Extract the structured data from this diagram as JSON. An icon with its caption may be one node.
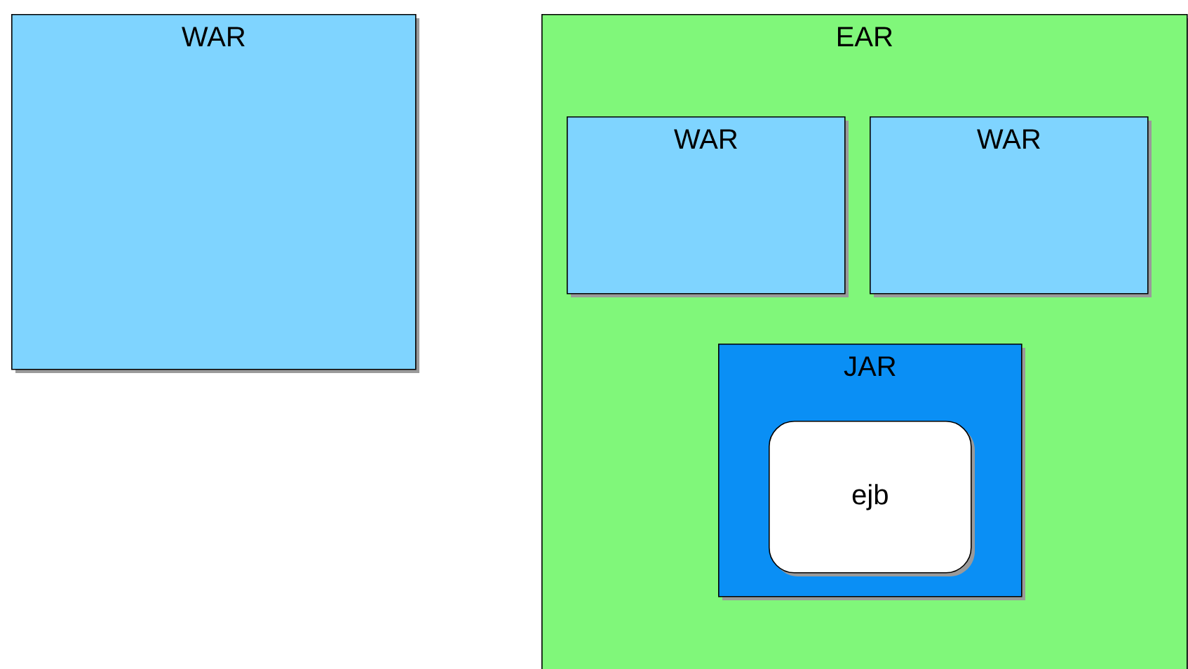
{
  "diagram": {
    "nodes": [
      {
        "text": [
          "WAR"
        ]
      },
      {
        "text": [
          "EAR"
        ]
      },
      {
        "text": [
          "WAR"
        ],
        "in": 1
      },
      {
        "text": [
          "WAR"
        ],
        "in": 1
      },
      {
        "text": [
          "JAR"
        ],
        "in": 1
      },
      {
        "text": [
          "ejb"
        ],
        "in": 4
      }
    ]
  }
}
